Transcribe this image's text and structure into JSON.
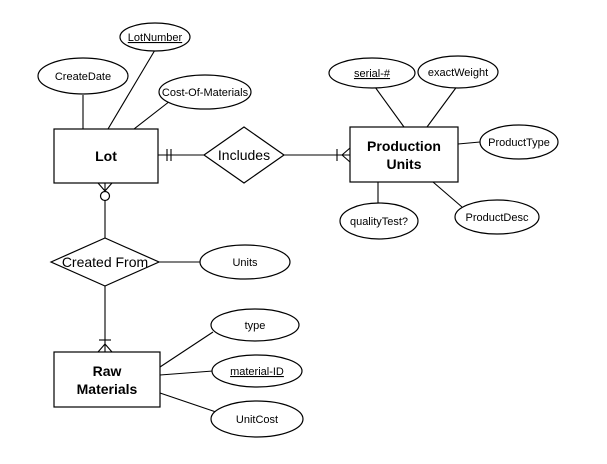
{
  "entities": {
    "lot": {
      "line1": "Lot"
    },
    "production_units": {
      "line1": "Production",
      "line2": "Units"
    },
    "raw_materials": {
      "line1": "Raw",
      "line2": "Materials"
    }
  },
  "relationships": {
    "includes": "Includes",
    "created_from": "Created From"
  },
  "attributes": {
    "lot_number": "LotNumber",
    "create_date": "CreateDate",
    "cost_of_materials": "Cost-Of-Materials",
    "serial": "serial-#",
    "exact_weight": "exactWeight",
    "product_type": "ProductType",
    "product_desc": "ProductDesc",
    "quality_test": "qualityTest?",
    "units": "Units",
    "type": "type",
    "material_id": "material-ID",
    "unit_cost": "UnitCost"
  }
}
